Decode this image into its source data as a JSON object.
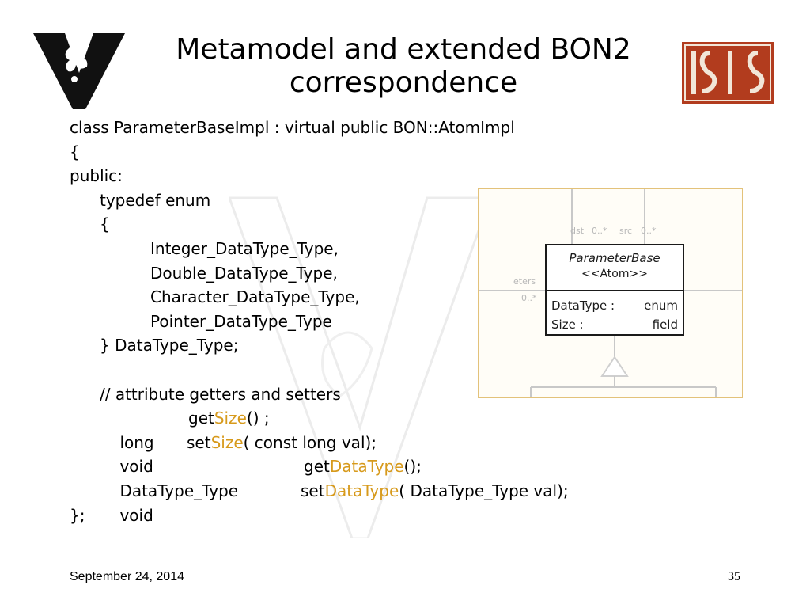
{
  "slide": {
    "title_line1": "Metamodel and extended BON2",
    "title_line2": "correspondence",
    "footer_date": "September 24, 2014",
    "page_number": "35"
  },
  "code": {
    "l1": "class ParameterBaseImpl : virtual public BON::AtomImpl",
    "l2": "{",
    "l3": "public:",
    "l4": "typedef enum",
    "l5": "{",
    "l6": "Integer_DataType_Type,",
    "l7": "Double_DataType_Type,",
    "l8": "Character_DataType_Type,",
    "l9": "Pointer_DataType_Type",
    "l10": "} DataType_Type;",
    "l12": "// attribute getters and setters",
    "l13": {
      "type": "long",
      "pre": "get",
      "hl": "Size",
      "post": "() ;"
    },
    "l14": {
      "type": "void",
      "pre": "set",
      "hl": "Size",
      "post": "( const long val);"
    },
    "l15": {
      "type": "DataType_Type",
      "pre": "get",
      "hl": "DataType",
      "post": "();"
    },
    "l16": {
      "type": "void",
      "pre": "set",
      "hl": "DataType",
      "post": "( DataType_Type val);"
    },
    "l17": "};"
  },
  "uml": {
    "class_name": "ParameterBase",
    "stereotype": "<<Atom>>",
    "attributes": [
      {
        "name": "DataType :",
        "type": "enum"
      },
      {
        "name": "Size :",
        "type": "field"
      }
    ],
    "faint_labels": [
      "dst",
      "0..*",
      "src",
      "0..*",
      "eters",
      "0..*"
    ]
  },
  "colors": {
    "highlight": "#d79a1c",
    "isis_logo": "#b23c1e",
    "uml_border": "#e3c27a"
  },
  "icons": {
    "left_logo": "vanderbilt-v-oak-leaf-logo",
    "right_logo": "isis-logo"
  }
}
